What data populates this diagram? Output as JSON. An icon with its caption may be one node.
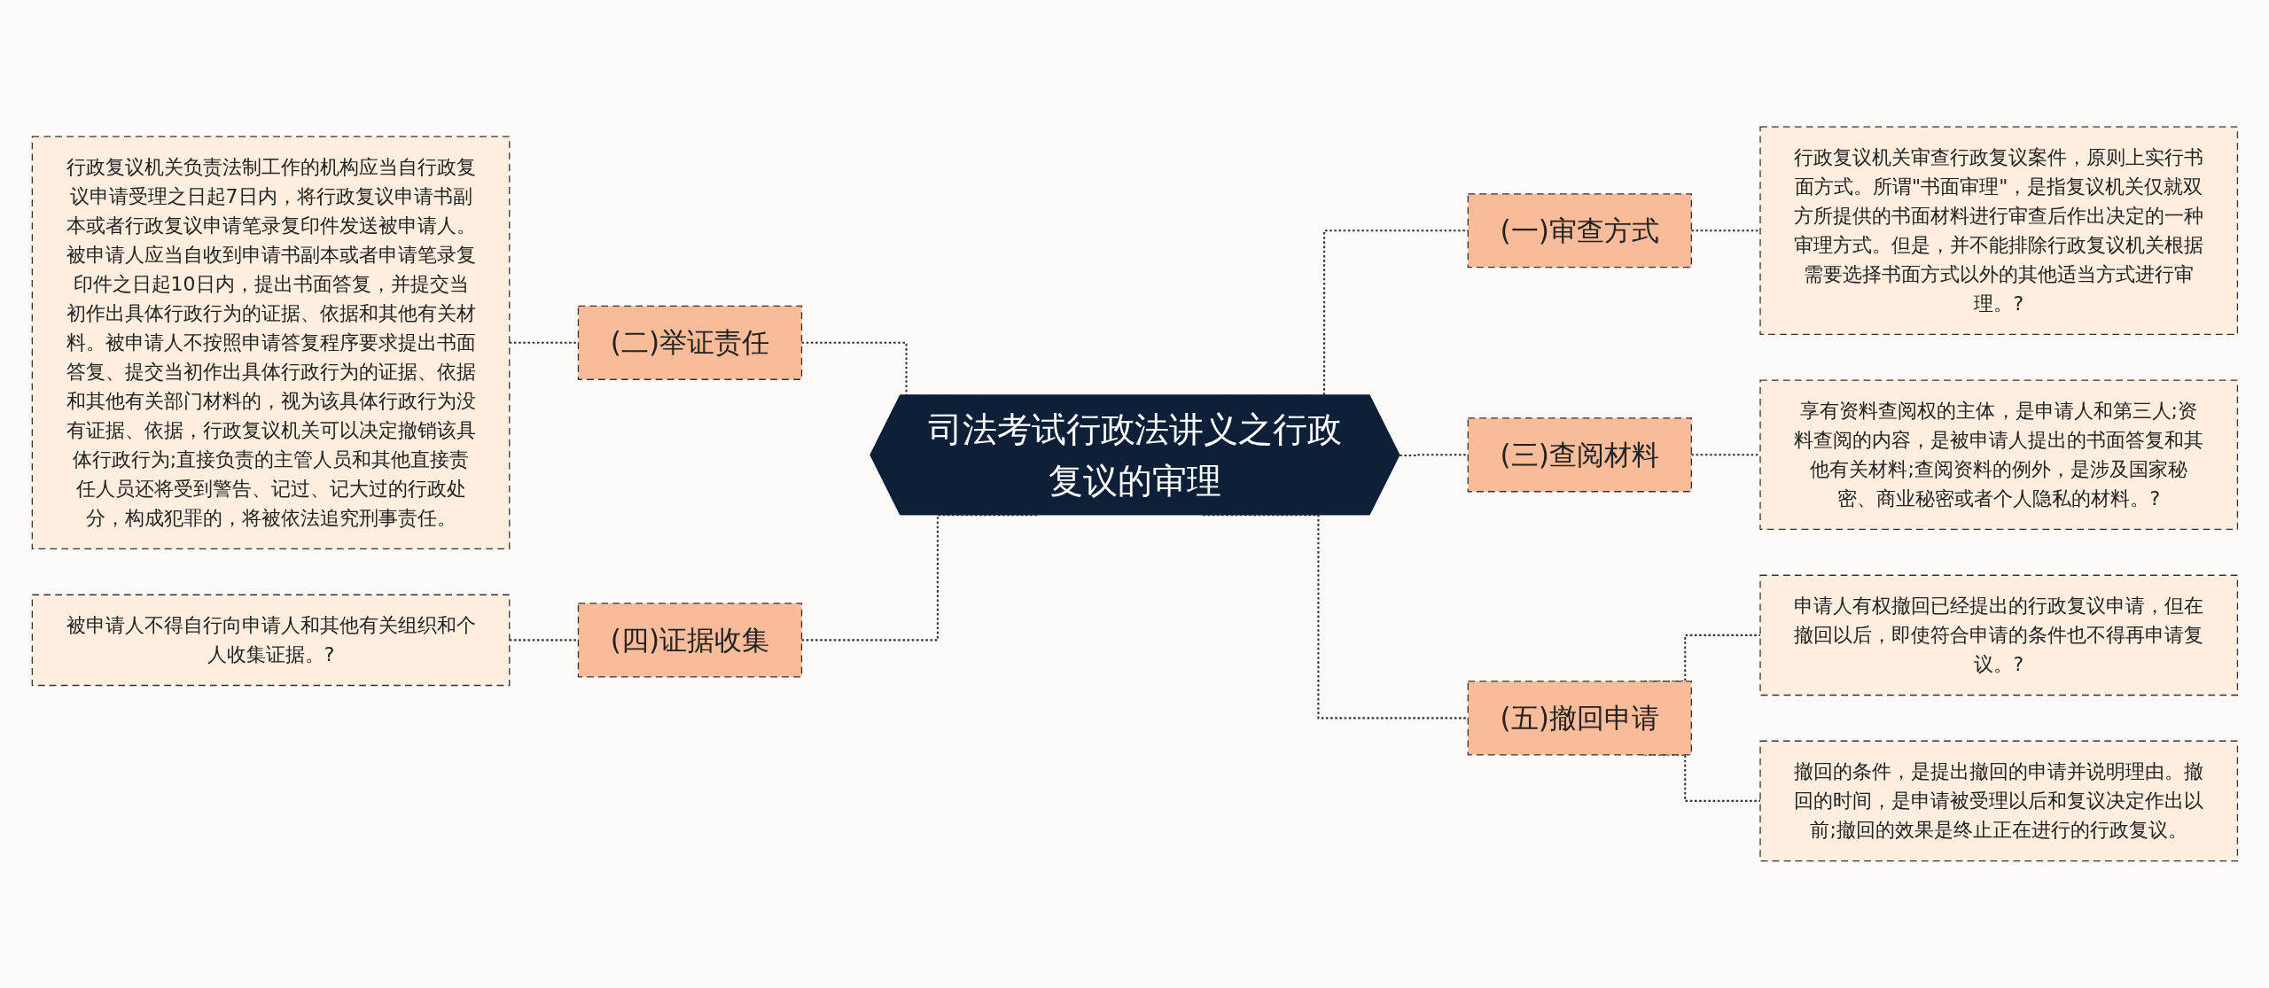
{
  "diagram": {
    "nodes": [
      {
        "text": [
          "司法考试行政法讲义之行政复议的审理"
        ]
      },
      {
        "text": [
          "(一)审查方式"
        ]
      },
      {
        "text": [
          "行政复议机关审查行政复议案件，原则上实行书面方式。所谓\"书面审理\"，是指复议机关仅就双方所提供的书面材料进行审查后作出决定的一种审理方式。但是，并不能排除行政复议机关根据需要选择书面方式以外的其他适当方式进行审理。?"
        ]
      },
      {
        "text": [
          "(二)举证责任"
        ]
      },
      {
        "text": [
          "行政复议机关负责法制工作的机构应当自行政复议申请受理之日起7日内，将行政复议申请书副本或者行政复议申请笔录复印件发送被申请人。被申请人应当自收到申请书副本或者申请笔录复印件之日起10日内，提出书面答复，并提交当初作出具体行政行为的证据、依据和其他有关材料。被申请人不按照申请答复程序要求提出书面答复、提交当初作出具体行政行为的证据、依据和其他有关部门材料的，视为该具体行政行为没有证据、依据，行政复议机关可以决定撤销该具体行政行为;直接负责的主管人员和其他直接责任人员还将受到警告、记过、记大过的行政处分，构成犯罪的，将被依法追究刑事责任。"
        ]
      },
      {
        "text": [
          "(三)查阅材料"
        ]
      },
      {
        "text": [
          "享有资料查阅权的主体，是申请人和第三人;资料查阅的内容，是被申请人提出的书面答复和其他有关材料;查阅资料的例外，是涉及国家秘密、商业秘密或者个人隐私的材料。?"
        ]
      },
      {
        "text": [
          "(四)证据收集"
        ]
      },
      {
        "text": [
          "被申请人不得自行向申请人和其他有关组织和个人收集证据。?"
        ]
      },
      {
        "text": [
          "(五)撤回申请"
        ]
      },
      {
        "text": [
          "申请人有权撤回已经提出的行政复议申请，但在撤回以后，即使符合申请的条件也不得再申请复议。?"
        ]
      },
      {
        "text": [
          "撤回的条件，是提出撤回的申请并说明理由。撤回的时间，是申请被受理以后和复议决定作出以前;撤回的效果是终止正在进行的行政复议。"
        ]
      }
    ],
    "edges": [
      {
        "from": 0,
        "to": 1,
        "arrow": "none",
        "style": "dashed"
      },
      {
        "from": 1,
        "to": 2,
        "arrow": "none",
        "style": "dashed"
      },
      {
        "from": 3,
        "to": 0,
        "arrow": "none",
        "style": "dashed"
      },
      {
        "from": 4,
        "to": 3,
        "arrow": "none",
        "style": "dashed"
      },
      {
        "from": 0,
        "to": 5,
        "arrow": "none",
        "style": "dashed"
      },
      {
        "from": 5,
        "to": 6,
        "arrow": "none",
        "style": "dashed"
      },
      {
        "from": 7,
        "to": 0,
        "arrow": "none",
        "style": "dashed"
      },
      {
        "from": 8,
        "to": 7,
        "arrow": "none",
        "style": "dashed"
      },
      {
        "from": 0,
        "to": 9,
        "arrow": "none",
        "style": "dashed"
      },
      {
        "from": 9,
        "to": 10,
        "arrow": "none",
        "style": "dashed"
      },
      {
        "from": 9,
        "to": 11,
        "arrow": "none",
        "style": "dashed"
      }
    ]
  }
}
